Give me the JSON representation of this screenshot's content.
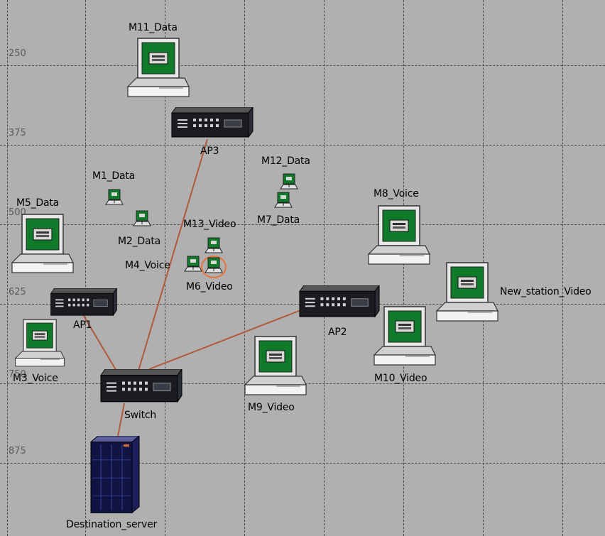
{
  "y_axis_labels": [
    "250",
    "375",
    "500",
    "625",
    "750",
    "875"
  ],
  "links_color": "#b05a3a",
  "highlight_color": "#e8743b",
  "nodes": {
    "m11_data": "M11_Data",
    "ap3": "AP3",
    "m1_data": "M1_Data",
    "m2_data": "M2_Data",
    "m5_data": "M5_Data",
    "m12_data": "M12_Data",
    "m7_data": "M7_Data",
    "m13_video": "M13_Video",
    "m4_voice": "M4_Voice",
    "m6_video": "M6_Video",
    "m8_voice": "M8_Voice",
    "new_station_video": "New_station_Video",
    "ap1": "AP1",
    "ap2": "AP2",
    "m3_voice": "M3_Voice",
    "m10_video": "M10_Video",
    "switch": "Switch",
    "m9_video": "M9_Video",
    "destination_server": "Destination_server"
  }
}
